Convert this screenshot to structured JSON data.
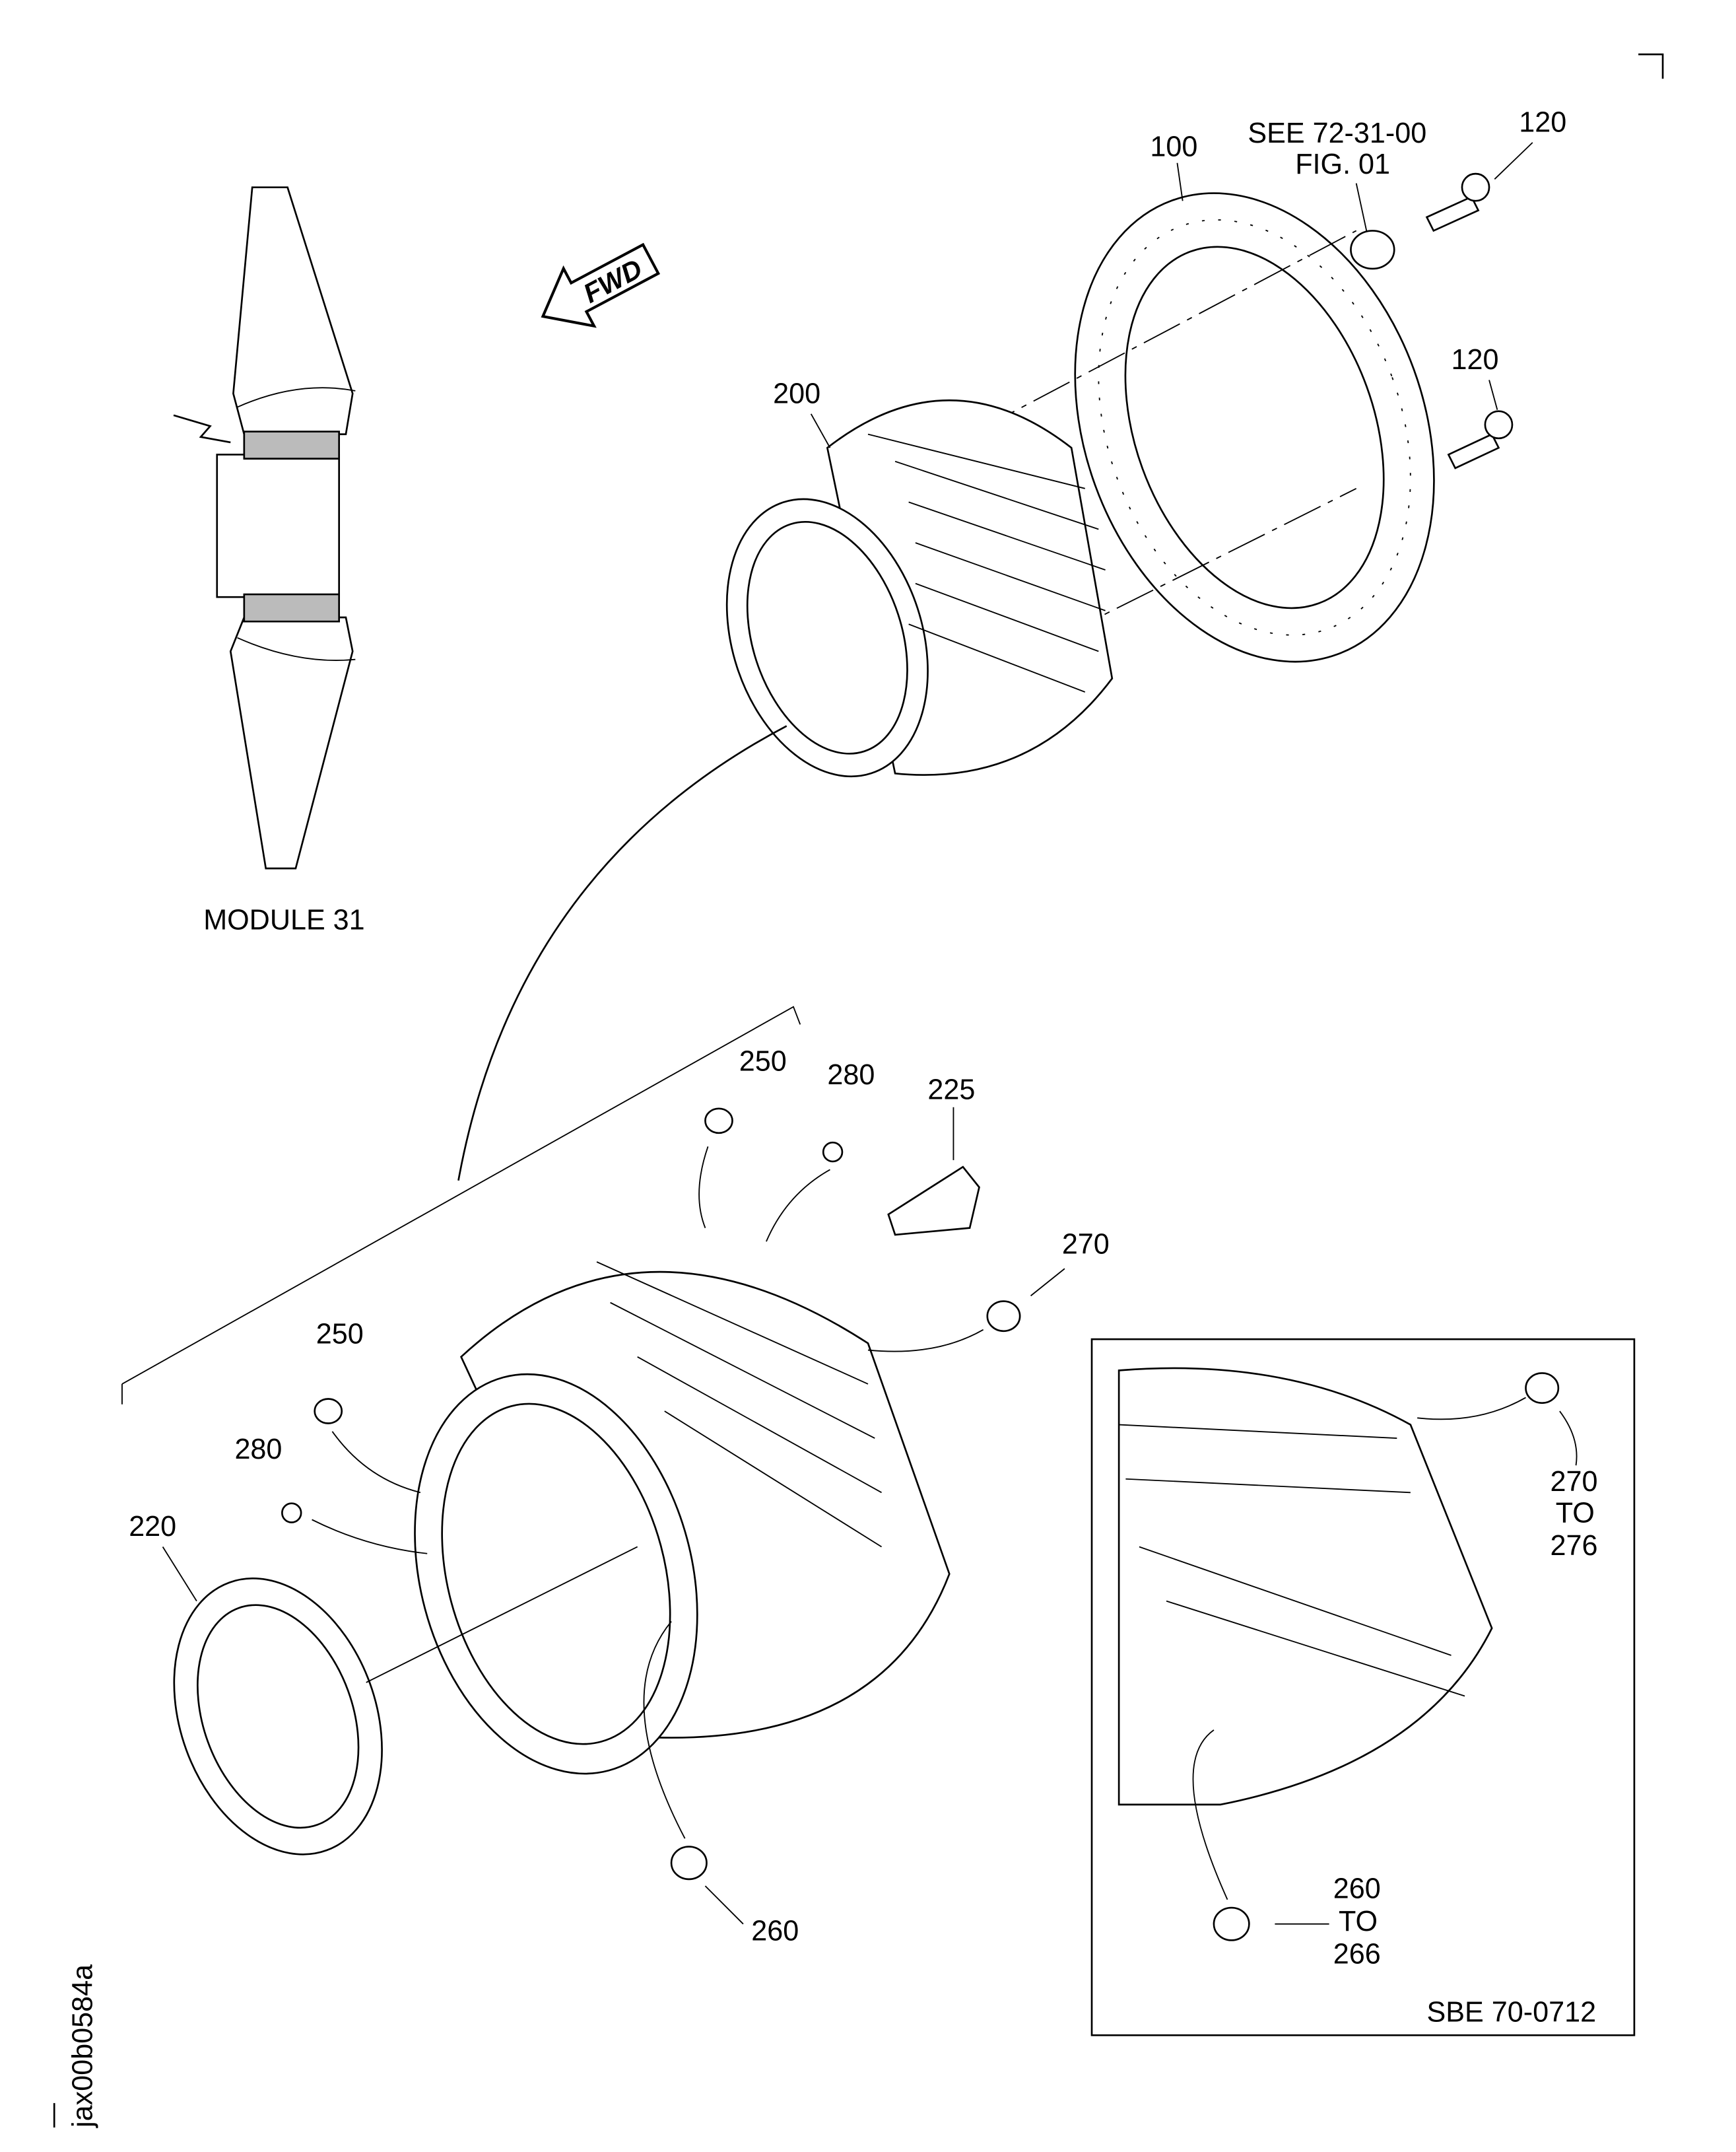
{
  "figure_id": "jax00b0584a",
  "direction_arrow": "FWD",
  "module_label": "MODULE 31",
  "reference_note": {
    "line1": "SEE 72-31-00",
    "line2": "FIG. 01"
  },
  "callouts": {
    "c100": "100",
    "c120a": "120",
    "c120b": "120",
    "c200": "200",
    "c220": "220",
    "c225": "225",
    "c250a": "250",
    "c250b": "250",
    "c260": "260",
    "c270": "270",
    "c280a": "280",
    "c280b": "280"
  },
  "inset": {
    "c270_range": {
      "from": "270",
      "to_word": "TO",
      "to": "276"
    },
    "c260_range": {
      "from": "260",
      "to_word": "TO",
      "to": "266"
    },
    "bulletin": "SBE 70-0712"
  }
}
